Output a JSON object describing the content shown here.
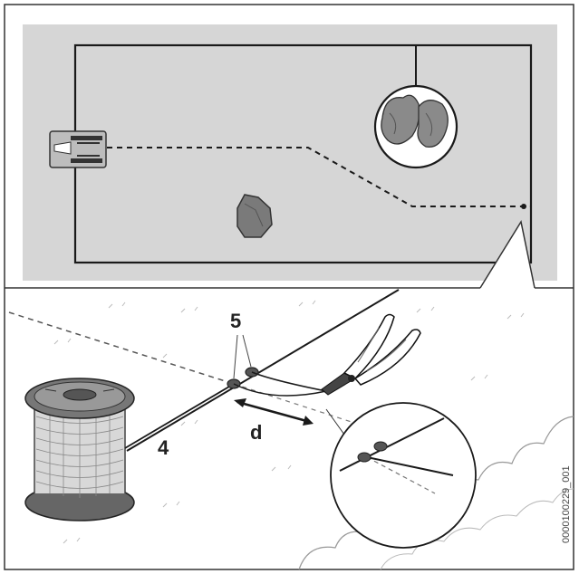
{
  "labels": {
    "part_5": "5",
    "distance_d": "d",
    "part_4": "4"
  },
  "doc_id": "0000100229_001",
  "colors": {
    "lawn_gray": "#d6d6d6",
    "wire": "#1a1a1a",
    "rock": "#7a7a7a",
    "frame": "#333333"
  },
  "icons": {
    "charging_station": "charging-station-icon",
    "rock": "rock-icon",
    "flower_bed": "flower-bed-icon",
    "wire_spool": "wire-spool-icon",
    "pliers": "pliers-icon",
    "connector": "wire-connector-icon"
  }
}
